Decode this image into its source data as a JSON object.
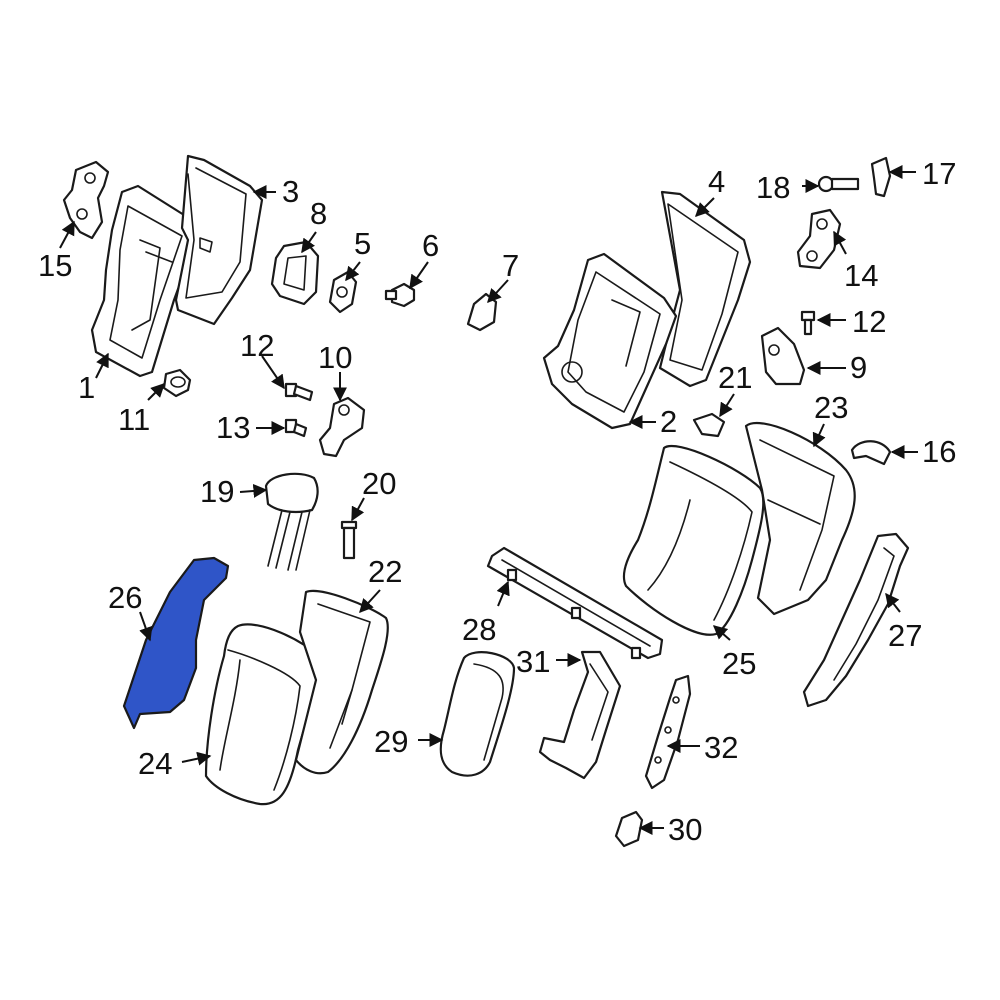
{
  "diagram": {
    "highlight_color": "#2f55c8",
    "highlighted_part": "26",
    "callouts": {
      "c1": "1",
      "c2": "2",
      "c3": "3",
      "c4": "4",
      "c5": "5",
      "c6": "6",
      "c7": "7",
      "c8": "8",
      "c9": "9",
      "c10": "10",
      "c11": "11",
      "c12a": "12",
      "c12b": "12",
      "c13": "13",
      "c14": "14",
      "c15": "15",
      "c16": "16",
      "c17": "17",
      "c18": "18",
      "c19": "19",
      "c20": "20",
      "c21": "21",
      "c22": "22",
      "c23": "23",
      "c24": "24",
      "c25": "25",
      "c26": "26",
      "c27": "27",
      "c28": "28",
      "c29": "29",
      "c30": "30",
      "c31": "31",
      "c32": "32"
    }
  }
}
